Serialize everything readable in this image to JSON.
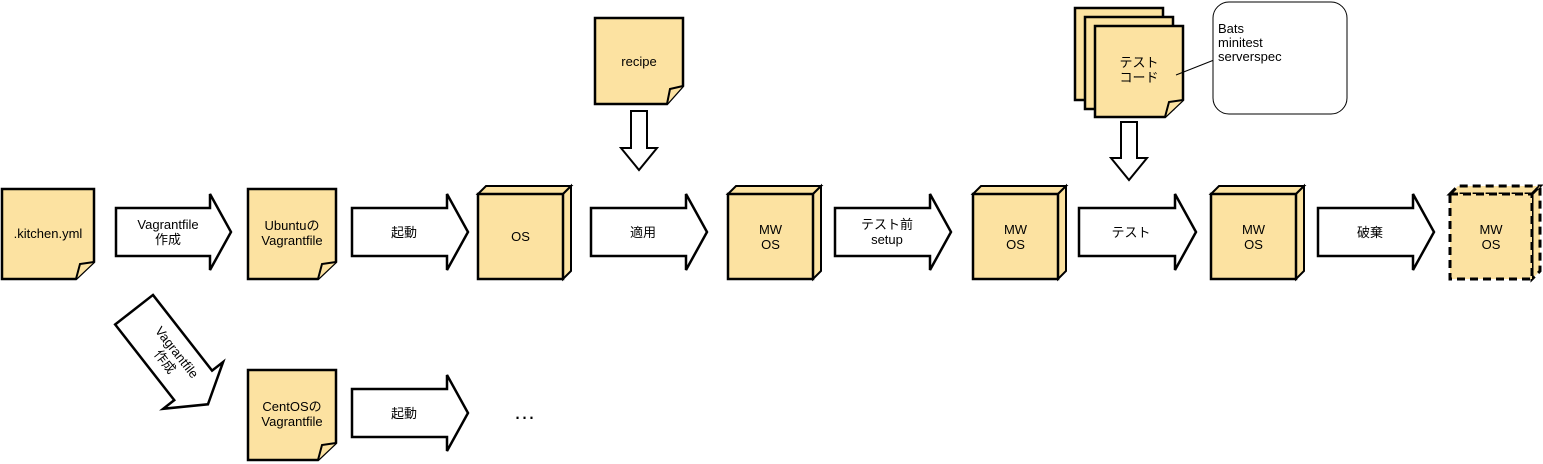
{
  "colors": {
    "fill": "#fce2a1",
    "stroke": "#000000",
    "white": "#ffffff"
  },
  "nodes": {
    "kitchen_yml": ".kitchen.yml",
    "recipe": "recipe",
    "ubuntu_vagrantfile": "Ubuntuの\nVagrantfile",
    "centos_vagrantfile": "CentOSの\nVagrantfile",
    "os": "OS",
    "mw_os_1": "MW\nOS",
    "mw_os_2": "MW\nOS",
    "mw_os_3": "MW\nOS",
    "mw_os_4": "MW\nOS",
    "test_code": "テスト\nコード"
  },
  "arrows": {
    "vagrantfile_create": "Vagrantfile\n作成",
    "boot_1": "起動",
    "apply": "適用",
    "pre_test_setup": "テスト前\nsetup",
    "test": "テスト",
    "destroy": "破棄",
    "vagrantfile_create_diag": "Vagrantfile\n作成",
    "boot_2": "起動"
  },
  "ellipsis": "…",
  "test_frameworks": "Bats\nminitest\nserverspec"
}
